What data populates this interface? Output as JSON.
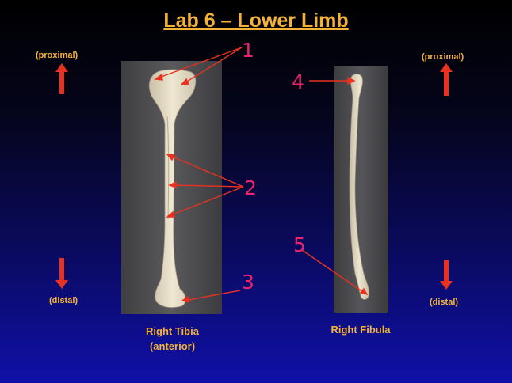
{
  "slide": {
    "title": "Lab 6 – Lower Limb",
    "proximal_label": "(proximal)",
    "distal_label": "(distal)",
    "tibia_caption_line1": "Right Tibia",
    "tibia_caption_line2": "(anterior)",
    "fibula_caption": "Right Fibula",
    "markers": [
      "1",
      "2",
      "3",
      "4",
      "5"
    ]
  },
  "colors": {
    "label_text": "#f5b335",
    "arrow": "#e8321f",
    "annotation": "#e8246c"
  }
}
